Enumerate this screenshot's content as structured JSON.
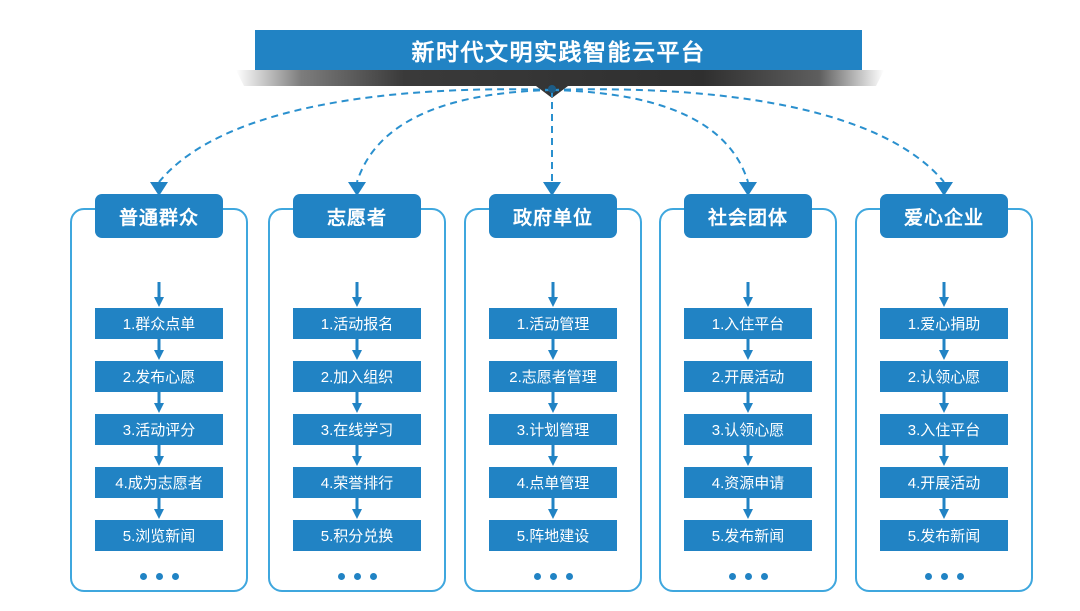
{
  "header": {
    "title": "新时代文明实践智能云平台",
    "bar_color": "#2183C4",
    "ribbon_color": "#333333"
  },
  "theme": {
    "accent": "#2183C4",
    "outline": "#3FA7DE",
    "connector": "#2A90CE",
    "text_on_accent": "#FFFFFF"
  },
  "diagram": {
    "type": "flowchart",
    "root": "新时代文明实践智能云平台",
    "ellipsis": "•••",
    "columns": [
      {
        "title": "普通群众",
        "items": [
          "1.群众点单",
          "2.发布心愿",
          "3.活动评分",
          "4.成为志愿者",
          "5.浏览新闻"
        ]
      },
      {
        "title": "志愿者",
        "items": [
          "1.活动报名",
          "2.加入组织",
          "3.在线学习",
          "4.荣誉排行",
          "5.积分兑换"
        ]
      },
      {
        "title": "政府单位",
        "items": [
          "1.活动管理",
          "2.志愿者管理",
          "3.计划管理",
          "4.点单管理",
          "5.阵地建设"
        ]
      },
      {
        "title": "社会团体",
        "items": [
          "1.入住平台",
          "2.开展活动",
          "3.认领心愿",
          "4.资源申请",
          "5.发布新闻"
        ]
      },
      {
        "title": "爱心企业",
        "items": [
          "1.爱心捐助",
          "2.认领心愿",
          "3.入住平台",
          "4.开展活动",
          "5.发布新闻"
        ]
      }
    ]
  }
}
